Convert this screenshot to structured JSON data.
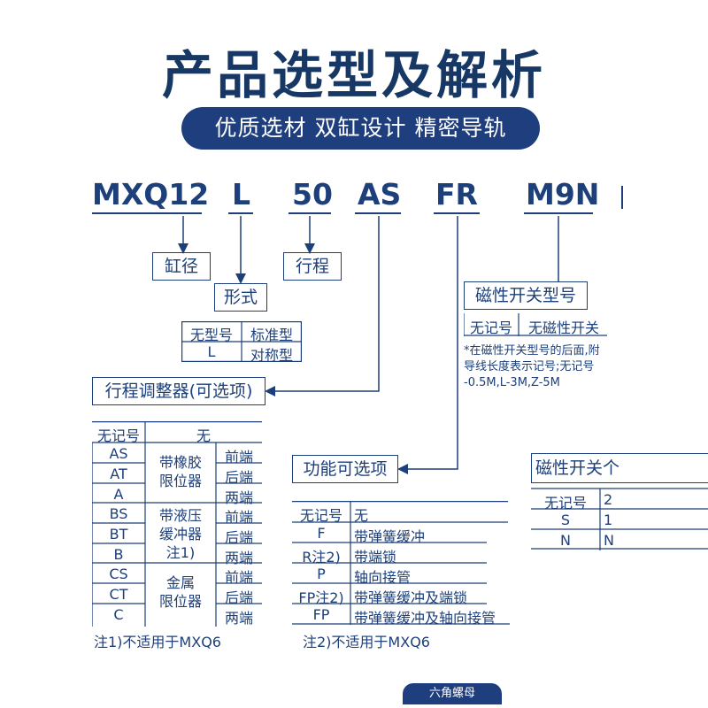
{
  "header": {
    "title": "产品选型及解析",
    "banner": "优质选材 双缸设计 精密导轨"
  },
  "model_code": {
    "series": "MXQ12",
    "form": "L",
    "stroke": "50",
    "adjuster": "AS",
    "function": "FR",
    "switch": "M9N"
  },
  "labels": {
    "bore": "缸径",
    "form": "形式",
    "stroke": "行程",
    "adjuster": "行程调整器(可选项)",
    "function": "功能可选项",
    "switch": "磁性开关型号",
    "switch_table_title": "磁性开关个"
  },
  "form_table": [
    [
      "无型号",
      "标准型"
    ],
    [
      "L",
      "对称型"
    ]
  ],
  "switch_table": [
    [
      "无记号",
      "无磁性开关"
    ]
  ],
  "switch_note": [
    "*在磁性开关型号的后面,附",
    "导线长度表示记号;无记号",
    "-0.5M,L-3M,Z-5M"
  ],
  "adjuster_table": {
    "header": [
      "无记号",
      "无"
    ],
    "codes": [
      "AS",
      "AT",
      "A",
      "BS",
      "BT",
      "B",
      "CS",
      "CT",
      "C"
    ],
    "groups": [
      "带橡胶\n限位器",
      "带液压\n缓冲器\n注1)",
      "金属\n限位器"
    ],
    "positions": [
      "前端",
      "后端",
      "两端",
      "前端",
      "后端",
      "两端",
      "前端",
      "后端",
      "两端"
    ],
    "note": "注1)不适用于MXQ6"
  },
  "function_table": {
    "rows": [
      [
        "无记号",
        "无"
      ],
      [
        "F",
        "带弹簧缓冲"
      ],
      [
        "R注2)",
        "带端锁"
      ],
      [
        "P",
        "轴向接管"
      ],
      [
        "FP注2)",
        "带弹簧缓冲及端锁"
      ],
      [
        "FP",
        "带弹簧缓冲及轴向接管"
      ]
    ],
    "note": "注2)不适用于MXQ6"
  },
  "switch_count_table": [
    [
      "无记号",
      "2"
    ],
    [
      "S",
      "1"
    ],
    [
      "N",
      "N"
    ]
  ],
  "footer": {
    "tab": "六角螺母"
  }
}
